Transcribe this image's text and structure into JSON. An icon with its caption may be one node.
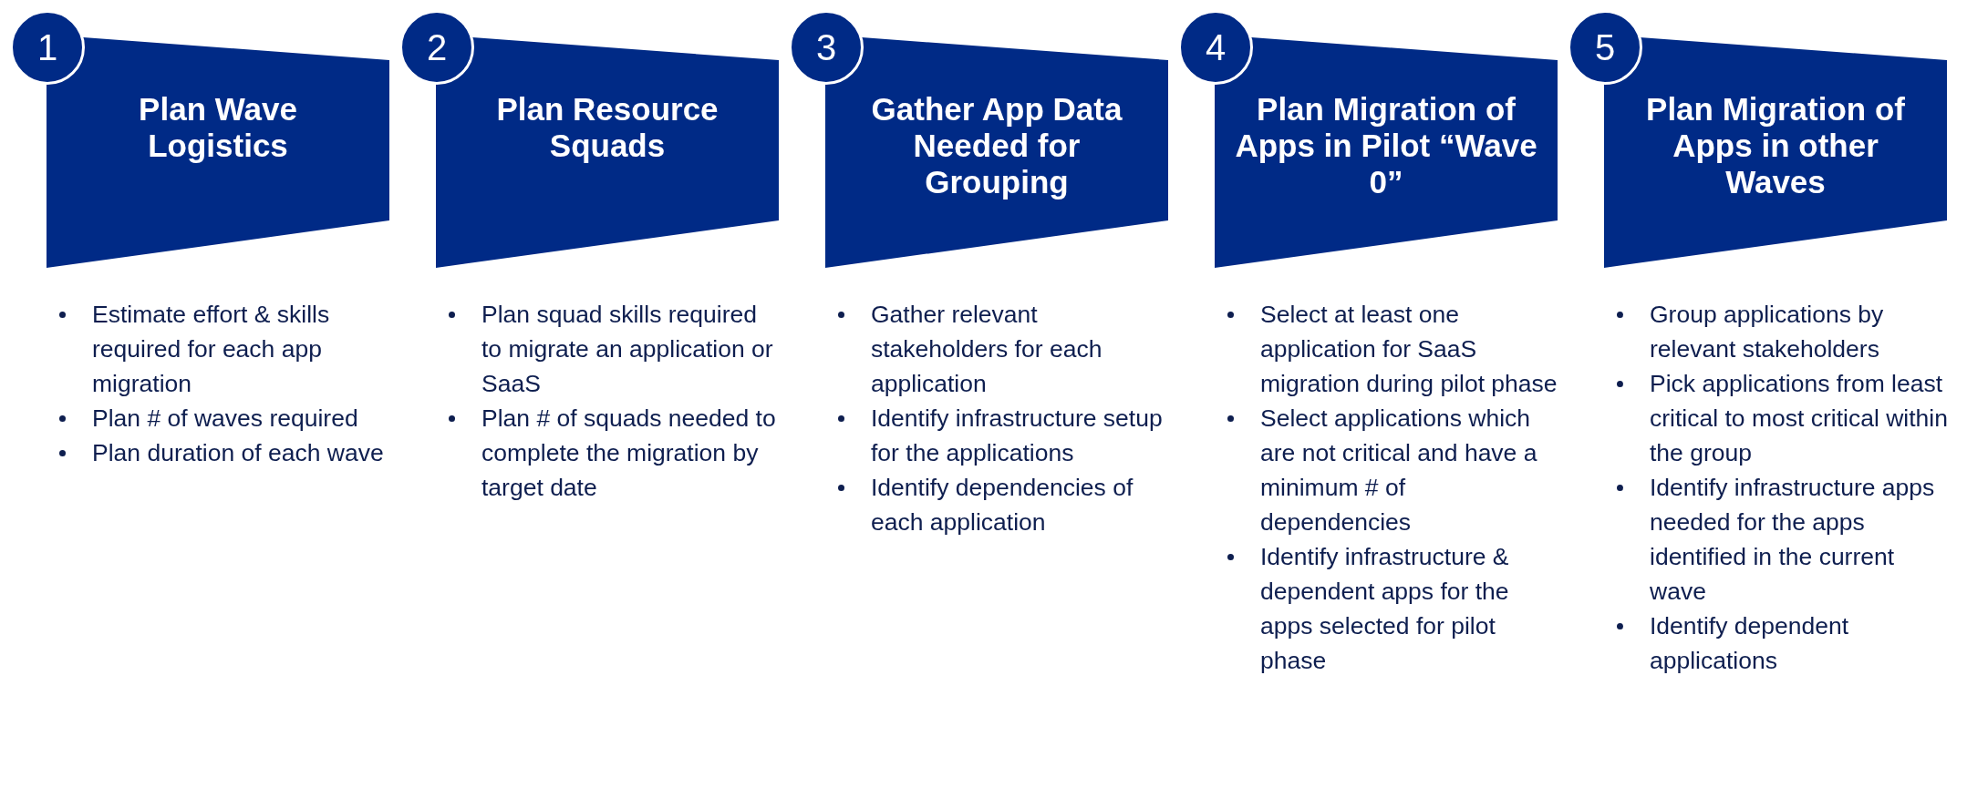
{
  "diagram": {
    "nodes": [
      {
        "text": [
          "1"
        ]
      },
      {
        "text": [
          "Plan Wave Logistics"
        ],
        "beside": [
          "Estimate effort & skills required for each app migration",
          "Plan # of waves required",
          "Plan duration of each wave"
        ]
      },
      {
        "text": [
          "2"
        ]
      },
      {
        "text": [
          "Plan Resource Squads"
        ],
        "beside": [
          "Plan squad skills required to migrate an application or SaaS",
          "Plan # of squads needed to complete the migration by target date"
        ]
      },
      {
        "text": [
          "3"
        ]
      },
      {
        "text": [
          "Gather App Data Needed for Grouping"
        ],
        "beside": [
          "Gather relevant stakeholders for each application",
          "Identify infrastructure setup for the applications",
          "Identify dependencies of each application"
        ]
      },
      {
        "text": [
          "4"
        ]
      },
      {
        "text": [
          "Plan Migration of Apps in Pilot “Wave 0”"
        ],
        "beside": [
          "Select at least one application for SaaS migration during pilot phase",
          "Select applications which are not critical and have a minimum # of dependencies",
          "Identify infrastructure & dependent apps for the apps selected for pilot phase"
        ]
      },
      {
        "text": [
          "5"
        ]
      },
      {
        "text": [
          "Plan Migration of Apps in other Waves"
        ],
        "beside": [
          "Group applications by relevant stakeholders",
          "Pick applications from least critical to most critical within the group",
          "Identify infrastructure apps needed for the apps identified in the current wave",
          "Identify dependent applications"
        ]
      }
    ],
    "edges": []
  }
}
